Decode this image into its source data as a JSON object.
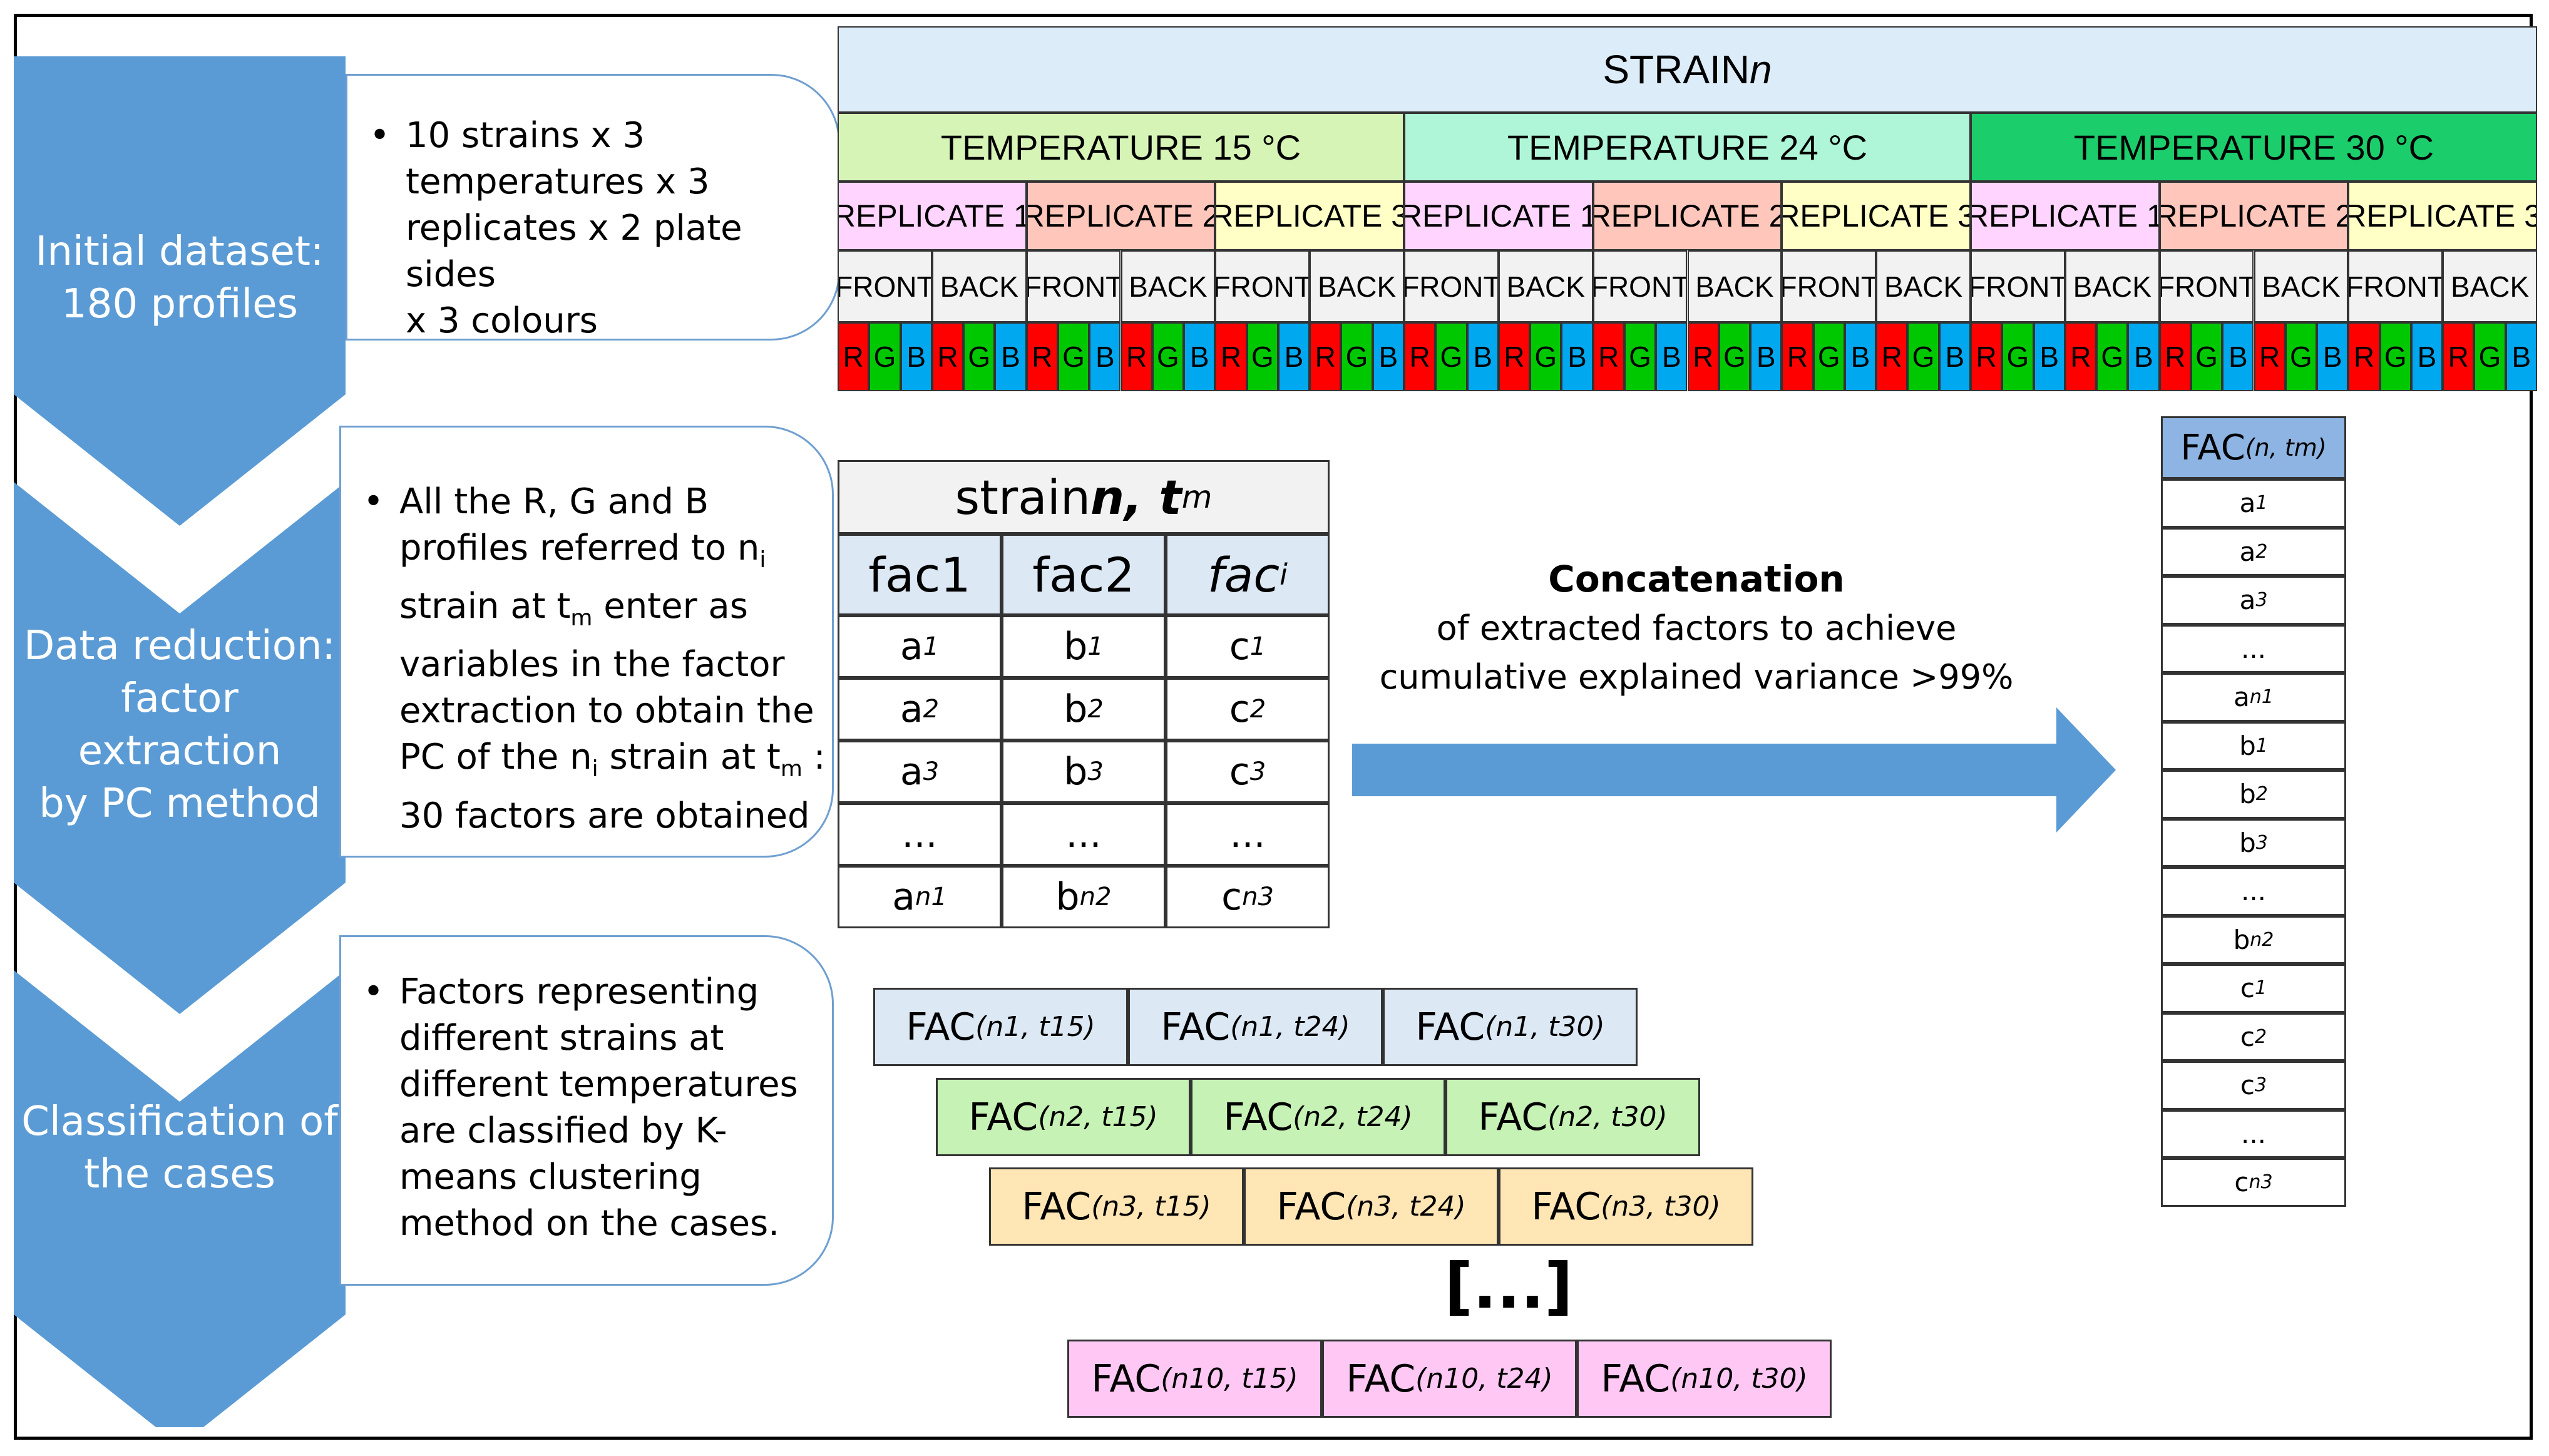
{
  "stages": [
    {
      "label_line1": "Initial dataset:",
      "label_line2": "180 profiles"
    },
    {
      "label_line1": "Data reduction:",
      "label_line2": "factor extraction",
      "label_line3": "by PC method"
    },
    {
      "label_line1": "Classification of",
      "label_line2": "the cases"
    }
  ],
  "bubble1": {
    "lines": [
      "10 strains x 3",
      "temperatures  x 3",
      "replicates x 2 plate sides",
      "x 3 colours"
    ]
  },
  "bubble2": {
    "lines": [
      "All the R, G and B",
      "profiles  referred  to n",
      "strain at t",
      "variables in the factor",
      "extraction to obtain the",
      "PC of the n",
      "30 factors are obtained"
    ],
    "sub_i": "i",
    "sub_m": "m",
    "enter_as": " enter as",
    "strain_at": " strain at t",
    "colon": " :"
  },
  "bubble3": {
    "lines": [
      "Factors representing",
      "different  strains at",
      "different  temperatures",
      "are classified by K-",
      "means clustering",
      "method on the cases."
    ]
  },
  "strain_table": {
    "title": "STRAIN ",
    "title_n": "n",
    "temperatures": [
      "TEMPERATURE 15 °C",
      "TEMPERATURE 24 °C",
      "TEMPERATURE 30 °C"
    ],
    "replicates": [
      "REPLICATE 1",
      "REPLICATE 2",
      "REPLICATE 3"
    ],
    "sides": [
      "FRONT",
      "BACK"
    ],
    "colours": [
      "R",
      "G",
      "B"
    ]
  },
  "factor_table": {
    "title_prefix": "strain ",
    "title_n": "n, t",
    "title_m": "m",
    "headers": [
      "fac1",
      "fac2",
      "fac"
    ],
    "header_sub": "i",
    "rows": [
      [
        [
          "a",
          "1"
        ],
        [
          "b",
          "1"
        ],
        [
          "c",
          "1"
        ]
      ],
      [
        [
          "a",
          "2"
        ],
        [
          "b",
          "2"
        ],
        [
          "c",
          "2"
        ]
      ],
      [
        [
          "a",
          "3"
        ],
        [
          "b",
          "3"
        ],
        [
          "c",
          "3"
        ]
      ],
      [
        [
          "...",
          ""
        ],
        [
          "...",
          ""
        ],
        [
          "...",
          ""
        ]
      ],
      [
        [
          "a",
          "n1"
        ],
        [
          "b",
          "n2"
        ],
        [
          "c",
          "n3"
        ]
      ]
    ]
  },
  "concatenation": {
    "title": "Concatenation",
    "line1": "of extracted factors to achieve",
    "line2": "cumulative explained variance >99%"
  },
  "fac_column": {
    "header": "FAC",
    "header_sub": "(n, tm)",
    "items": [
      [
        "a",
        "1"
      ],
      [
        "a",
        "2"
      ],
      [
        "a",
        "3"
      ],
      [
        "...",
        ""
      ],
      [
        "a",
        "n1"
      ],
      [
        "b",
        "1"
      ],
      [
        "b",
        "2"
      ],
      [
        "b",
        "3"
      ],
      [
        "...",
        ""
      ],
      [
        "b",
        "n2"
      ],
      [
        "c",
        "1"
      ],
      [
        "c",
        "2"
      ],
      [
        "c",
        "3"
      ],
      [
        "...",
        ""
      ],
      [
        "c",
        "n3"
      ]
    ]
  },
  "fac_rows": [
    {
      "color": "#dce8f4",
      "cells": [
        [
          "FAC",
          "(n1, t15)"
        ],
        [
          "FAC",
          "(n1, t24)"
        ],
        [
          "FAC",
          "(n1, t30)"
        ]
      ]
    },
    {
      "color": "#c6f2b5",
      "cells": [
        [
          "FAC",
          "(n2, t15)"
        ],
        [
          "FAC",
          "(n2, t24)"
        ],
        [
          "FAC",
          "(n2, t30)"
        ]
      ]
    },
    {
      "color": "#ffe6b4",
      "cells": [
        [
          "FAC",
          "(n3, t15)"
        ],
        [
          "FAC",
          "(n3, t24)"
        ],
        [
          "FAC",
          "(n3, t30)"
        ]
      ]
    },
    {
      "color": "#ffc8f4",
      "cells": [
        [
          "FAC",
          "(n10, t15)"
        ],
        [
          "FAC",
          "(n10, t24)"
        ],
        [
          "FAC",
          "(n10, t30)"
        ]
      ]
    }
  ],
  "ellipsis": "[...]",
  "colors": {
    "chevron": "#5b9bd5",
    "bubble_border": "#6f9fd0",
    "arrow": "#5b9bd5"
  }
}
